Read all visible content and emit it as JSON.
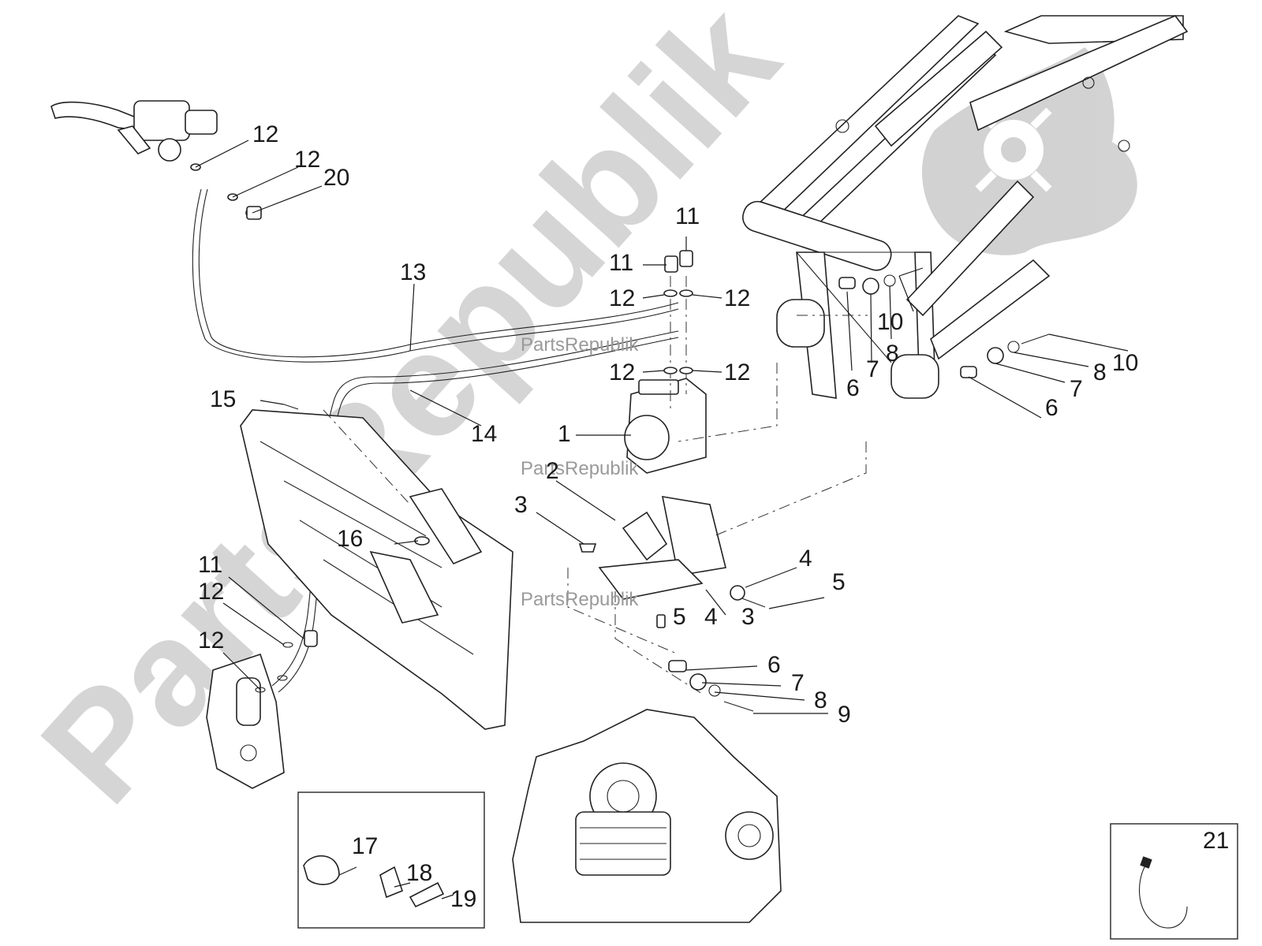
{
  "watermark": {
    "large_text": "PartsRepublik",
    "small_text": "PartsRepublik",
    "color": "#c8c8c8"
  },
  "callouts": {
    "c1": "1",
    "c2": "2",
    "c3a": "3",
    "c3b": "3",
    "c4a": "4",
    "c4b": "4",
    "c5a": "5",
    "c5b": "5",
    "c6a": "6",
    "c6b": "6",
    "c6c": "6",
    "c7a": "7",
    "c7b": "7",
    "c7c": "7",
    "c8a": "8",
    "c8b": "8",
    "c8c": "8",
    "c9": "9",
    "c10a": "10",
    "c10b": "10",
    "c11a": "11",
    "c11b": "11",
    "c11c": "11",
    "c12a": "12",
    "c12b": "12",
    "c12c": "12",
    "c12d": "12",
    "c12e": "12",
    "c12f": "12",
    "c12g": "12",
    "c12h": "12",
    "c13": "13",
    "c14": "14",
    "c15": "15",
    "c16": "16",
    "c17": "17",
    "c18": "18",
    "c19": "19",
    "c20": "20",
    "c21": "21"
  },
  "icons": {
    "logo": "gear-piston-logo-icon",
    "tool": "key-ring-icon"
  }
}
